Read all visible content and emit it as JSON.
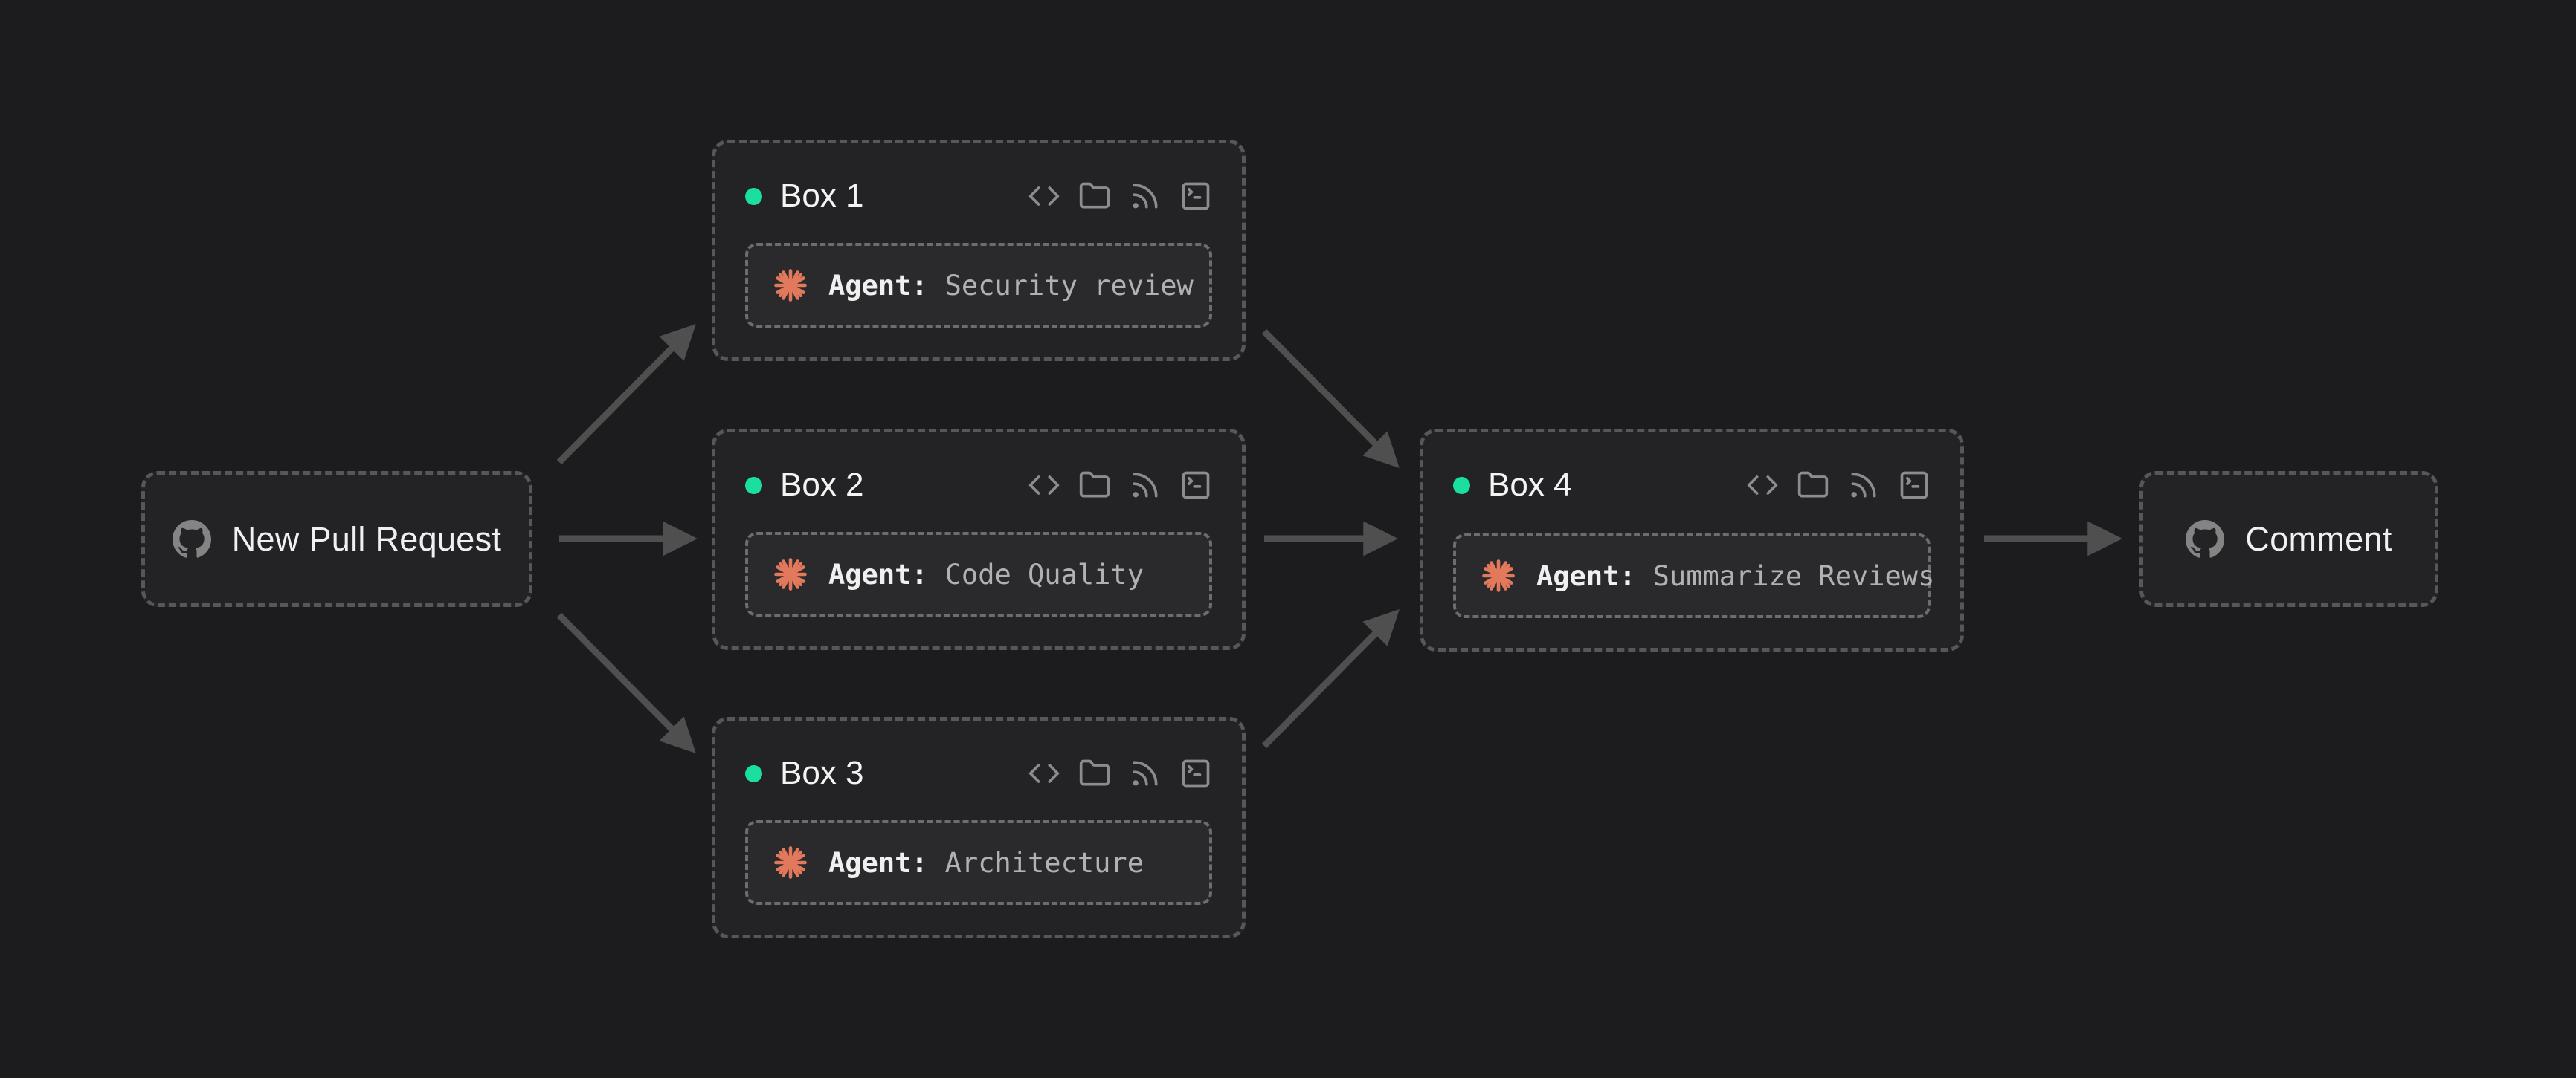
{
  "diagram": {
    "source_node": {
      "label": "New Pull Request",
      "icon": "github-icon"
    },
    "boxes": [
      {
        "title": "Box 1",
        "status_icon": "status-dot",
        "agent_label": "Agent:",
        "agent_value": "Security review",
        "agent_icon": "spark-icon"
      },
      {
        "title": "Box 2",
        "status_icon": "status-dot",
        "agent_label": "Agent:",
        "agent_value": "Code Quality",
        "agent_icon": "spark-icon"
      },
      {
        "title": "Box 3",
        "status_icon": "status-dot",
        "agent_label": "Agent:",
        "agent_value": "Architecture",
        "agent_icon": "spark-icon"
      },
      {
        "title": "Box 4",
        "status_icon": "status-dot",
        "agent_label": "Agent:",
        "agent_value": "Summarize Reviews",
        "agent_icon": "spark-icon"
      }
    ],
    "toolbar_icons": [
      "code-icon",
      "folder-icon",
      "rss-icon",
      "terminal-icon"
    ],
    "sink_node": {
      "label": "Comment",
      "icon": "github-icon"
    },
    "edges": [
      {
        "from": "new-pull-request",
        "to": "box-1"
      },
      {
        "from": "new-pull-request",
        "to": "box-2"
      },
      {
        "from": "new-pull-request",
        "to": "box-3"
      },
      {
        "from": "box-1",
        "to": "box-4"
      },
      {
        "from": "box-2",
        "to": "box-4"
      },
      {
        "from": "box-3",
        "to": "box-4"
      },
      {
        "from": "box-4",
        "to": "comment"
      }
    ],
    "colors": {
      "background": "#1c1c1e",
      "node_fill": "#232325",
      "node_border": "#575757",
      "pill_fill": "#2a2a2c",
      "pill_border": "#6d6d6d",
      "arrow": "#4f4f4f",
      "status_dot": "#1bdf9f",
      "spark": "#e2795c",
      "title_text": "#f4f4f4",
      "agent_value_text": "#b1b1b4",
      "icon_gray": "#8c8c8c"
    }
  }
}
